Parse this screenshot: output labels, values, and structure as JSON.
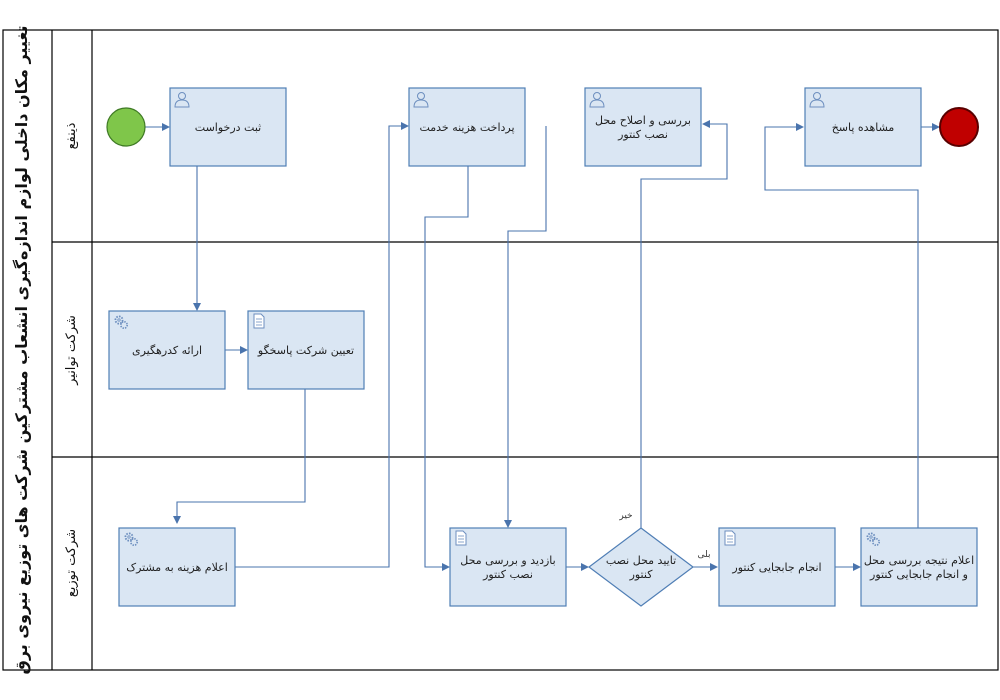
{
  "pool": {
    "title": "تغییر مکان داخلی لوازم اندازه‌گیری انشعاب مشترکین شرکت های توزیع نیروی برق"
  },
  "lanes": [
    {
      "id": "customer",
      "label": "ذینفع"
    },
    {
      "id": "tavanir",
      "label": "شرکت توانیر"
    },
    {
      "id": "distribution",
      "label": "شرکت توزیع"
    }
  ],
  "tasks": [
    {
      "id": "register",
      "label": [
        "ثبت درخواست"
      ],
      "icon": "user-icon"
    },
    {
      "id": "pay",
      "label": [
        "پرداخت هزینه خدمت"
      ],
      "icon": "user-icon"
    },
    {
      "id": "fix_site",
      "label": [
        "بررسی و اصلاح محل",
        "نصب کنتور"
      ],
      "icon": "user-icon"
    },
    {
      "id": "view_reply",
      "label": [
        "مشاهده پاسخ"
      ],
      "icon": "user-icon"
    },
    {
      "id": "gateway",
      "label": [
        "ارائه کدرهگیری"
      ],
      "icon": "gear-icon"
    },
    {
      "id": "assign",
      "label": [
        "تعیین شرکت پاسخگو"
      ],
      "icon": "document-icon"
    },
    {
      "id": "announce_cost",
      "label": [
        "اعلام هزینه به مشترک"
      ],
      "icon": "gear-icon"
    },
    {
      "id": "visit",
      "label": [
        "بازدید و بررسی محل",
        "نصب کنتور"
      ],
      "icon": "document-icon"
    },
    {
      "id": "relocate",
      "label": [
        "انجام جابجایی کنتور"
      ],
      "icon": "document-icon"
    },
    {
      "id": "announce_result",
      "label": [
        "اعلام نتیجه بررسی محل",
        "و انجام جابجایی کنتور"
      ],
      "icon": "gear-icon"
    }
  ],
  "gateway": {
    "label": [
      "تایید محل نصب",
      "کنتور"
    ]
  },
  "flow_labels": {
    "no": "خیر",
    "yes": "بلی"
  },
  "colors": {
    "task_fill": "#dae6f3",
    "task_stroke": "#4f7eb5",
    "flow": "#4a74ad",
    "start_fill": "#7fc64a",
    "end_fill": "#c00000",
    "lane_border": "#000000"
  }
}
